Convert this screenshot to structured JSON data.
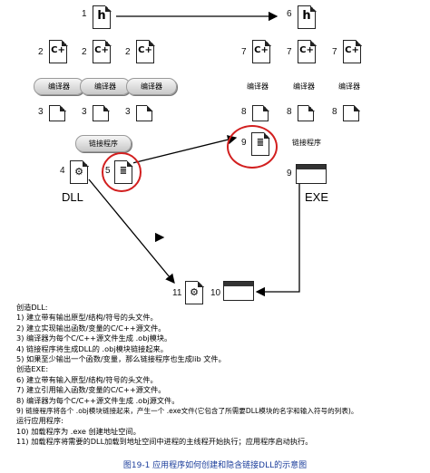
{
  "diagram": {
    "dll": {
      "header_num": "1",
      "source_nums": [
        "2",
        "2",
        "2"
      ],
      "compilers": [
        "编译器",
        "编译器",
        "编译器"
      ],
      "obj_nums": [
        "3",
        "3",
        "3"
      ],
      "linker": "链接程序",
      "dll_num": "4",
      "lib_num": "5",
      "label": "DLL"
    },
    "exe": {
      "header_num": "6",
      "source_nums": [
        "7",
        "7",
        "7"
      ],
      "compilers": [
        "编译器",
        "编译器",
        "编译器"
      ],
      "obj_nums": [
        "8",
        "8",
        "8"
      ],
      "lib_num": "9",
      "linker": "链接程序",
      "exe_num": "9",
      "label": "EXE"
    },
    "runtime": {
      "dll_num": "11",
      "exe_num": "10"
    },
    "glyphs": {
      "header": "h",
      "source": "C+"
    },
    "colors": {
      "highlight_circle": "#d21f1f",
      "caption": "#1b3d9b"
    }
  },
  "notes": [
    "创造DLL:",
    "1) 建立带有输出原型/结构/符号的头文件。",
    "2) 建立实现输出函数/变量的C/C++源文件。",
    "3) 编译器为每个C/C++源文件生成 .obj模块。",
    "4) 链接程序将生成DLL的 .obj模块链接起来。",
    "5) 如果至少输出一个函数/变量，那么链接程序也生成lib 文件。",
    "创造EXE:",
    "6) 建立带有输入原型/结构/符号的头文件。",
    "7) 建立引用输入函数/变量的C/C++源文件。",
    "8) 编译器为每个C/C++源文件生成 .obj源文件。",
    "9) 链接程序将各个 .obj模块链接起来，产生一个 .exe文件(它包含了所需要DLL模块的名字和输入符号的列表)。",
    "运行应用程序:",
    "10) 加载程序为 .exe 创建地址空间。",
    "11) 加载程序将需要的DLL加载到地址空间中进程的主线程开始执行；应用程序启动执行。"
  ],
  "caption": "图19-1   应用程序如何创建和隐含链接DLL的示意图"
}
